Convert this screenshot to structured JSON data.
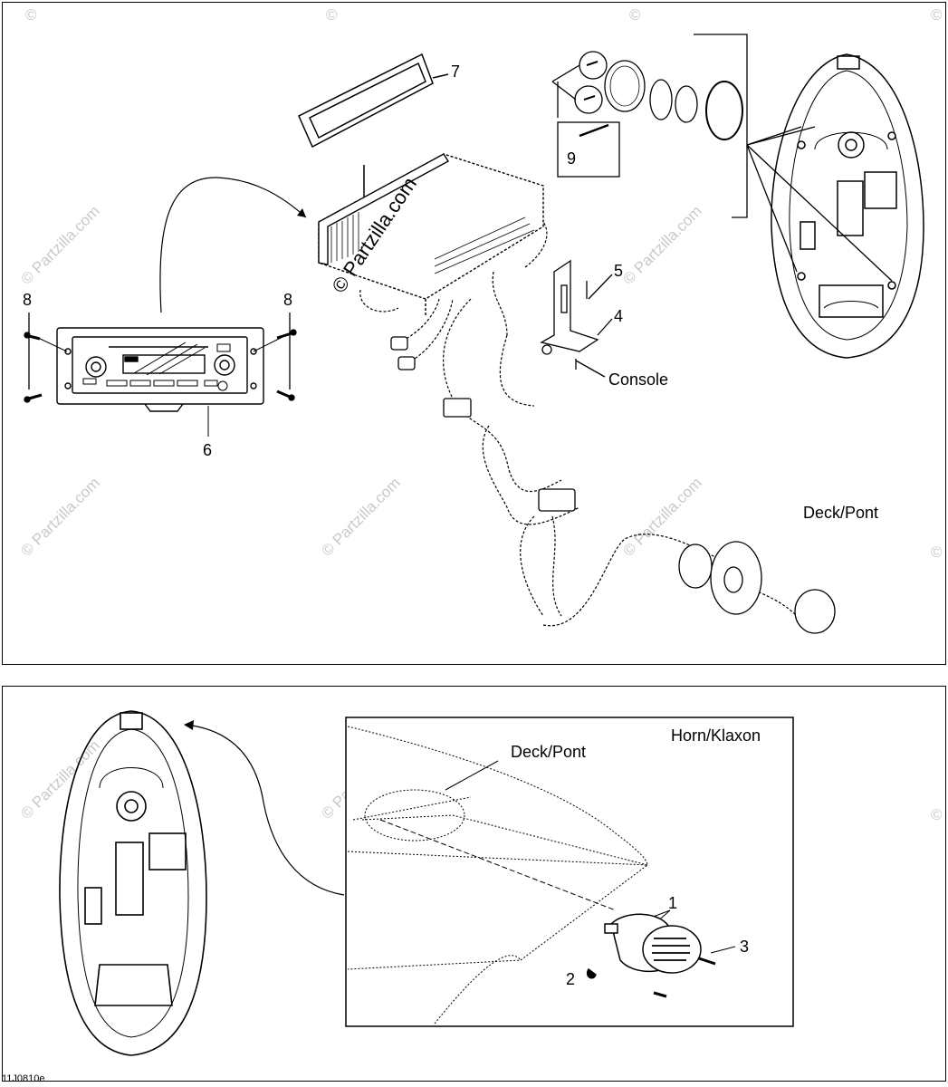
{
  "figure_code": "11J0810e",
  "watermark": {
    "text": "© Partzilla.com",
    "copyright": "©"
  },
  "top_panel": {
    "callouts": [
      "7",
      "8",
      "8",
      "6",
      "9",
      "5",
      "4"
    ],
    "console_label": "Console",
    "deck_label": "Deck/Pont"
  },
  "bottom_panel": {
    "inset_title": "Horn/Klaxon",
    "deck_label": "Deck/Pont",
    "callouts": [
      "1",
      "2",
      "3"
    ]
  }
}
